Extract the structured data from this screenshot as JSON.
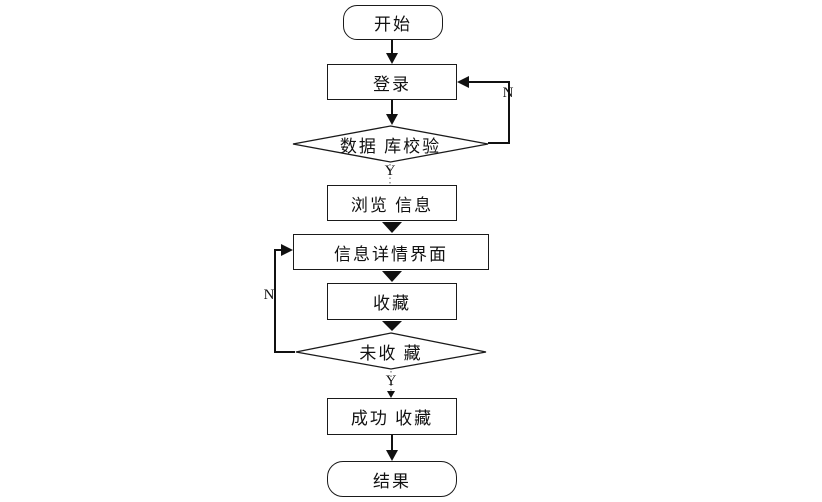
{
  "page": {
    "background": "#ffffff",
    "line_color": "#111111",
    "text_color": "#111111"
  },
  "flowchart": {
    "type": "flowchart",
    "direction": "top-down",
    "nodes": [
      {
        "id": "start",
        "shape": "stadium",
        "label": "开始"
      },
      {
        "id": "login",
        "shape": "rect",
        "label": "登录"
      },
      {
        "id": "db-check",
        "shape": "diamond",
        "label": "数据 库校验"
      },
      {
        "id": "browse-info",
        "shape": "rect",
        "label": "浏览 信息"
      },
      {
        "id": "info-detail",
        "shape": "rect",
        "label": "信息详情界面"
      },
      {
        "id": "favorite",
        "shape": "rect",
        "label": "收藏"
      },
      {
        "id": "not-favorited",
        "shape": "diamond",
        "label": "未收 藏"
      },
      {
        "id": "success-fav",
        "shape": "rect",
        "label": "成功 收藏"
      },
      {
        "id": "result",
        "shape": "stadium",
        "label": "结果"
      }
    ],
    "branch_labels": {
      "db_check_yes": "Y",
      "db_check_no": "N",
      "not_fav_yes": "Y",
      "not_fav_no": "N"
    },
    "edges": [
      {
        "from": "start",
        "to": "login"
      },
      {
        "from": "login",
        "to": "db-check"
      },
      {
        "from": "db-check",
        "to": "browse-info",
        "label": "Y"
      },
      {
        "from": "db-check",
        "to": "login",
        "label": "N",
        "route": "right-loop"
      },
      {
        "from": "browse-info",
        "to": "info-detail"
      },
      {
        "from": "info-detail",
        "to": "favorite"
      },
      {
        "from": "favorite",
        "to": "not-favorited"
      },
      {
        "from": "not-favorited",
        "to": "success-fav",
        "label": "Y"
      },
      {
        "from": "not-favorited",
        "to": "info-detail",
        "label": "N",
        "route": "left-loop"
      },
      {
        "from": "success-fav",
        "to": "result"
      }
    ]
  }
}
